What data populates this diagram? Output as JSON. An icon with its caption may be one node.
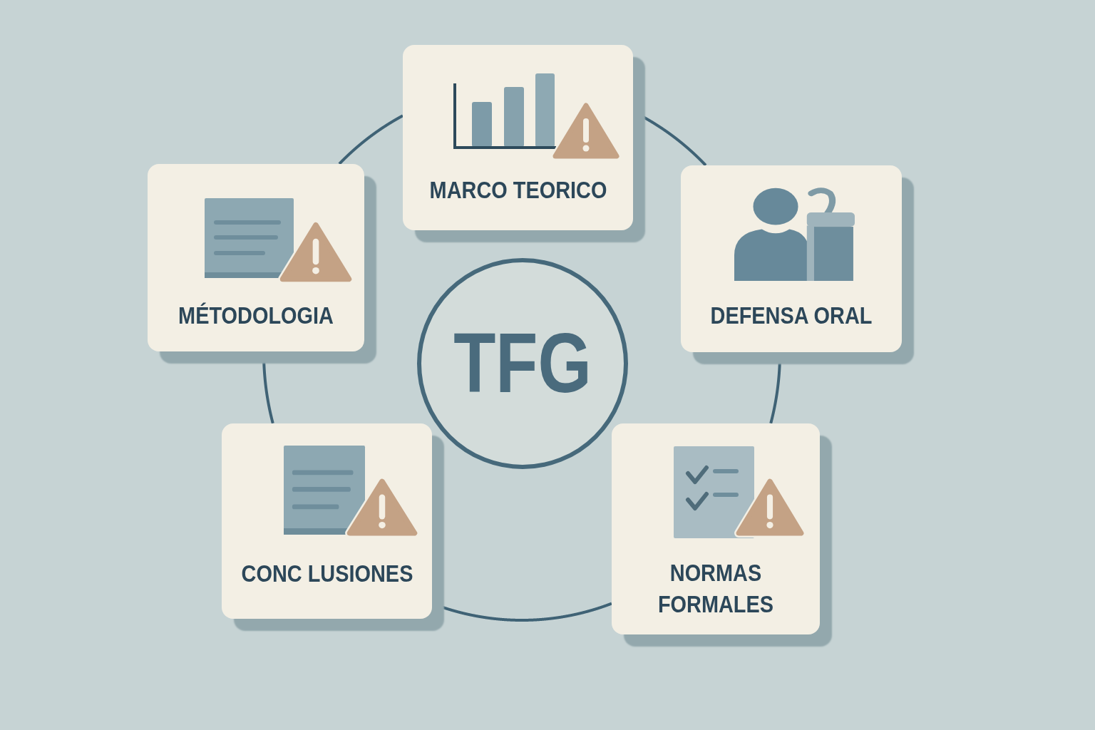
{
  "diagram": {
    "nodes": [
      {
        "text": [
          "MARCO TEORICO"
        ]
      },
      {
        "text": [
          "MÉTODOLOGIA"
        ]
      },
      {
        "text": [
          "DEFENSA ORAL"
        ]
      },
      {
        "text": [
          "TFG"
        ]
      },
      {
        "text": [
          "CONC LUSIONES"
        ]
      },
      {
        "text": [
          "NORMAS FORMALES"
        ]
      }
    ],
    "edges": [
      {
        "from": 0,
        "to": 2,
        "arrow": "none"
      },
      {
        "from": 2,
        "to": 5,
        "arrow": "none"
      },
      {
        "from": 5,
        "to": 4,
        "arrow": "none"
      },
      {
        "from": 4,
        "to": 1,
        "arrow": "none"
      },
      {
        "from": 1,
        "to": 0,
        "arrow": "none"
      }
    ]
  }
}
